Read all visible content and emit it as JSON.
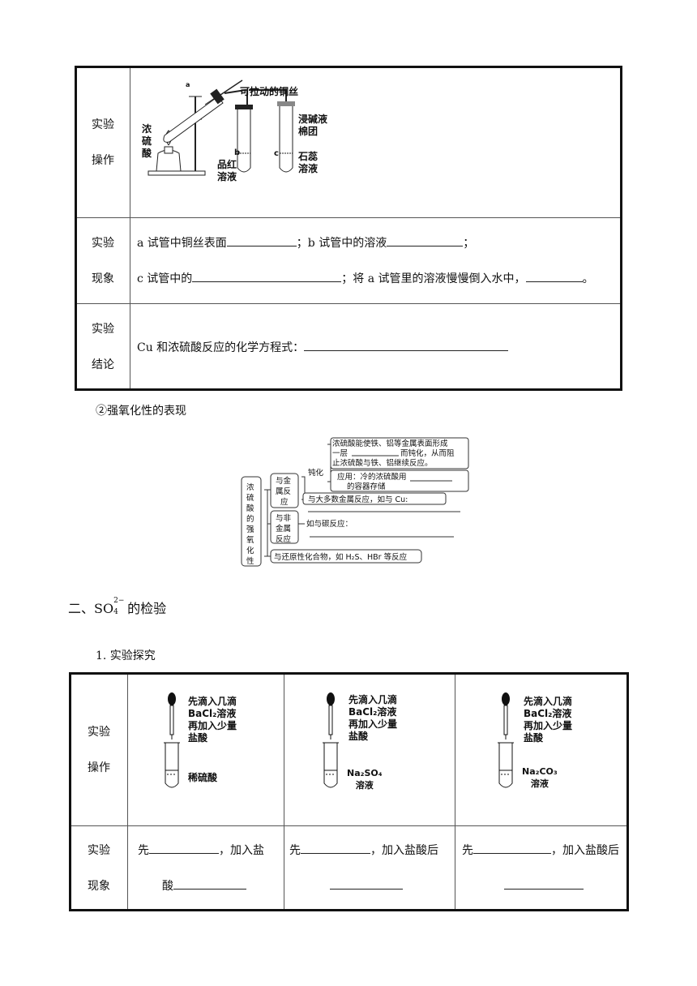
{
  "table1": {
    "rows": [
      {
        "head": [
          "实验",
          "操作"
        ]
      },
      {
        "head": [
          "实验",
          "现象"
        ]
      },
      {
        "head": [
          "实验",
          "结论"
        ]
      }
    ],
    "apparatus": {
      "wire_label": "可拉动的铜丝",
      "acid_label": [
        "浓",
        "硫",
        "酸"
      ],
      "tube_a": "a",
      "tube_b": "b",
      "tube_c": "c",
      "pinred": [
        "品红",
        "溶液"
      ],
      "alkali": [
        "浸碱液",
        "棉团"
      ],
      "litmus": [
        "石蕊",
        "溶液"
      ]
    },
    "phenomena": {
      "line1_a": "a 试管中铜丝表面",
      "line1_sep": "；b 试管中的溶液",
      "line1_end": "；",
      "line2_a": "c 试管中的",
      "line2_b": "；将 a 试管里的溶液慢慢倒入水中，",
      "line2_end": "。"
    },
    "conclusion": "Cu 和浓硫酸反应的化学方程式："
  },
  "section_ox": "②强氧化性的表现",
  "mindmap": {
    "root": [
      "浓",
      "硫",
      "酸",
      "的",
      "强",
      "氧",
      "化",
      "性"
    ],
    "metal_box": [
      "与金",
      "属反",
      "应"
    ],
    "passivation": "钝化",
    "pass_desc": [
      "浓硫酸能使铁、铝等金属表面形成",
      "一层",
      "而钝化，从而阻",
      "止浓硫酸与铁、铝继续反应。"
    ],
    "application": [
      "应用：冷的浓硫酸用",
      "的容器存储"
    ],
    "most_metals": "与大多数金属反应，如与 Cu:",
    "nonmetal_box": [
      "与非",
      "金属",
      "反应"
    ],
    "carbon": "如与碳反应：",
    "reducing": "与还原性化合物，如 H₂S、HBr 等反应"
  },
  "section2": {
    "prefix": "二、",
    "ion": "SO",
    "sub": "4",
    "sup": "2−",
    "suffix": " 的检验"
  },
  "sub1": "1. 实验探究",
  "table2": {
    "head_op": [
      "实验",
      "操作"
    ],
    "head_ph": [
      "实验",
      "现象"
    ],
    "dropper": [
      "先滴入几滴",
      "BaCl₂溶液",
      "再加入少量",
      "盐酸"
    ],
    "tubes": [
      {
        "label": [
          "稀硫酸"
        ]
      },
      {
        "label": [
          "Na₂SO₄",
          "溶液"
        ]
      },
      {
        "label": [
          "Na₂CO₃",
          "溶液"
        ]
      }
    ],
    "ph": [
      {
        "a": "先",
        "b": "，加入盐",
        "c": "酸"
      },
      {
        "a": "先",
        "b": "，加入盐酸后"
      },
      {
        "a": "先",
        "b": "，加入盐酸后"
      }
    ]
  }
}
